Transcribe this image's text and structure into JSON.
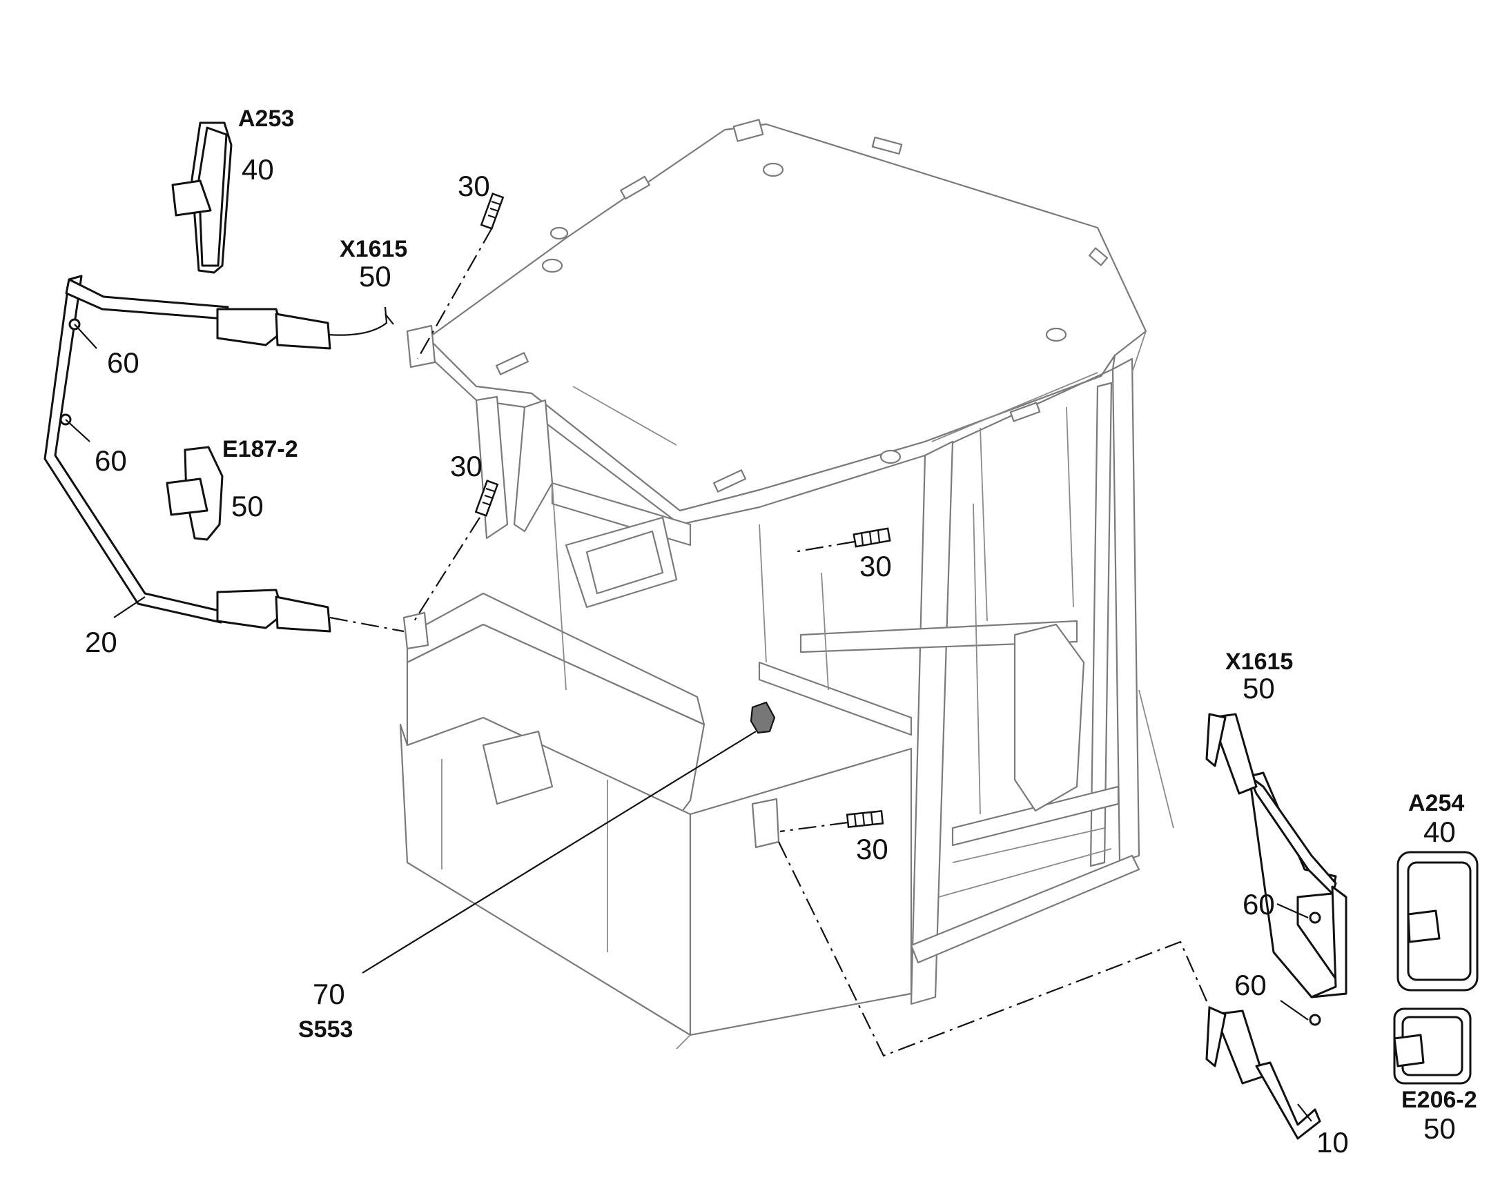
{
  "callouts": {
    "mirror_left_top_number": "40",
    "mirror_left_top_code": "A253",
    "harness_left_number": "50",
    "harness_left_code": "X1615",
    "clip_left_upper": "60",
    "clip_left_lower": "60",
    "light_left_number": "50",
    "light_left_code": "E187-2",
    "arm_left_number": "20",
    "spring_top": "30",
    "spring_mid": "30",
    "spring_center": "30",
    "spring_lower": "30",
    "switch_number": "70",
    "switch_code": "S553",
    "harness_right_number": "50",
    "harness_right_code": "X1615",
    "clip_right_upper": "60",
    "clip_right_lower": "60",
    "arm_right_number": "10",
    "mirror_right_number": "40",
    "mirror_right_code": "A254",
    "light_right_number": "50",
    "light_right_code": "E206-2"
  }
}
